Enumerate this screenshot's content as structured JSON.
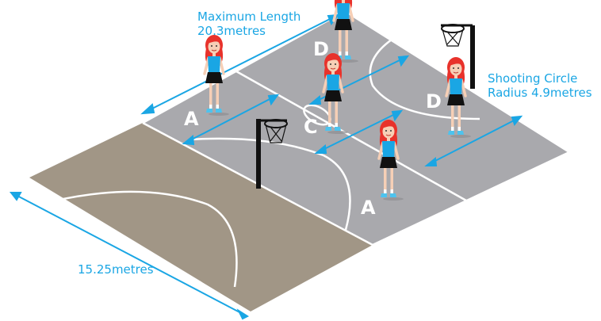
{
  "labels": {
    "max_length_line1": "Maximum Length",
    "max_length_line2": "20.3metres",
    "shooting_line1": "Shooting Circle",
    "shooting_line2": "Radius 4.9metres",
    "width": "15.25metres"
  },
  "positions": {
    "d_top": "D",
    "a_left": "A",
    "c_mid": "C",
    "d_right": "D",
    "a_bottom": "A"
  },
  "colors": {
    "accent": "#1aa6e4",
    "court_grey": "#a9a9ad",
    "court_brown": "#a19686",
    "hair": "#e8322b",
    "top": "#1aa6e4",
    "skirt": "#111111"
  }
}
